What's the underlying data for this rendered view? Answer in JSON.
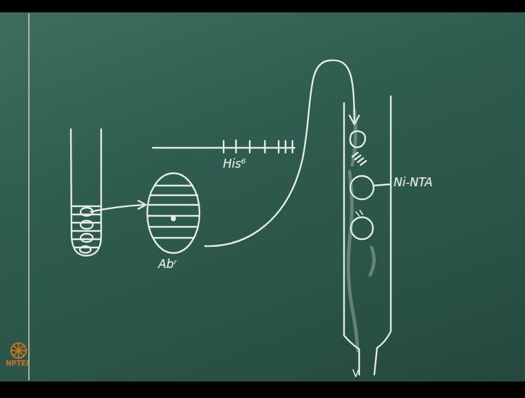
{
  "diagram": {
    "labels": [
      "His⁶",
      "Abʳ",
      "Ni-NTA",
      "NPTEL"
    ]
  }
}
